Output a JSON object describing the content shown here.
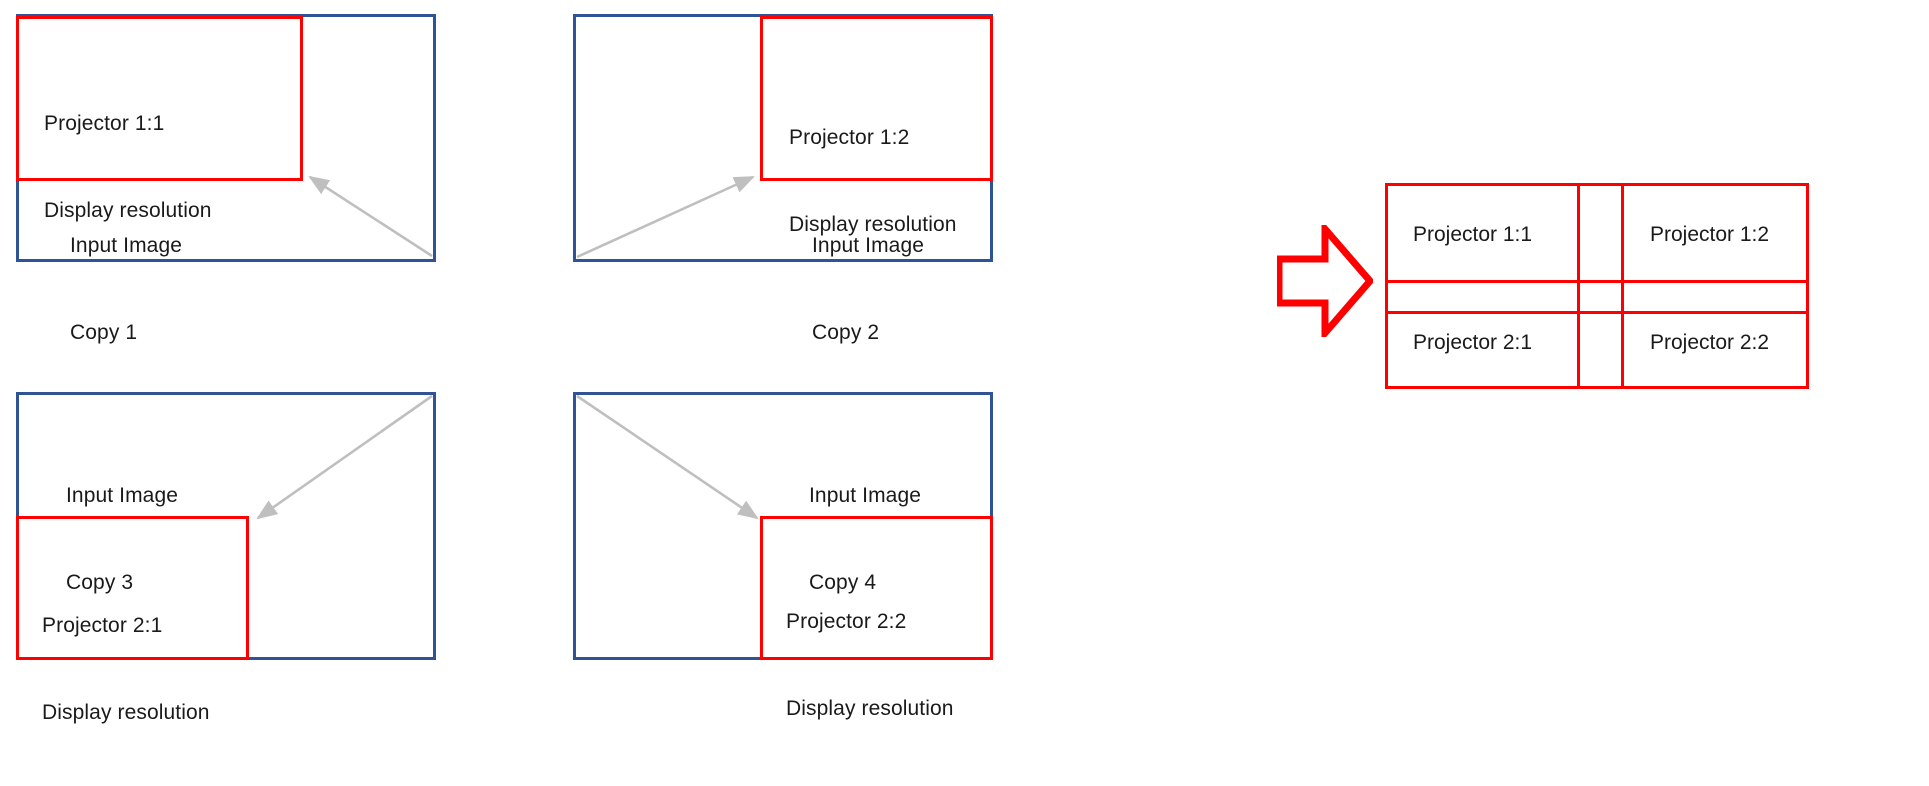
{
  "diagram": {
    "title": "Multi-projector tiled display mapping",
    "colors": {
      "input_frame": "#2e5496",
      "projector_frame": "#ff0000",
      "arrow": "#bfbfbf",
      "block_arrow": "#ff0000",
      "text": "#1a1a1a",
      "background": "#ffffff"
    },
    "panels": [
      {
        "id": "panel-1",
        "projector_label_line1": "Projector 1:1",
        "projector_label_line2": "Display resolution",
        "input_label_line1": "Input Image",
        "input_label_line2": "Copy 1",
        "projector_corner": "top-left",
        "arrow_direction": "bottom-right-to-top-left"
      },
      {
        "id": "panel-2",
        "projector_label_line1": "Projector 1:2",
        "projector_label_line2": "Display resolution",
        "input_label_line1": "Input Image",
        "input_label_line2": "Copy 2",
        "projector_corner": "top-right",
        "arrow_direction": "bottom-left-to-top-right"
      },
      {
        "id": "panel-3",
        "projector_label_line1": "Projector 2:1",
        "projector_label_line2": "Display resolution",
        "input_label_line1": "Input Image",
        "input_label_line2": "Copy 3",
        "projector_corner": "bottom-left",
        "arrow_direction": "top-right-to-bottom-left"
      },
      {
        "id": "panel-4",
        "projector_label_line1": "Projector 2:2",
        "projector_label_line2": "Display resolution",
        "input_label_line1": "Input Image",
        "input_label_line2": "Copy 4",
        "projector_corner": "bottom-right",
        "arrow_direction": "top-left-to-bottom-right"
      }
    ],
    "composite": {
      "cells": [
        {
          "id": "composite-cell-1-1",
          "label": "Projector 1:1"
        },
        {
          "id": "composite-cell-1-2",
          "label": "Projector 1:2"
        },
        {
          "id": "composite-cell-2-1",
          "label": "Projector 2:1"
        },
        {
          "id": "composite-cell-2-2",
          "label": "Projector 2:2"
        }
      ],
      "overlap_column_label": "",
      "overlap_row_label": ""
    },
    "transform_arrow": {
      "icon": "right-block-arrow",
      "label": ""
    }
  }
}
